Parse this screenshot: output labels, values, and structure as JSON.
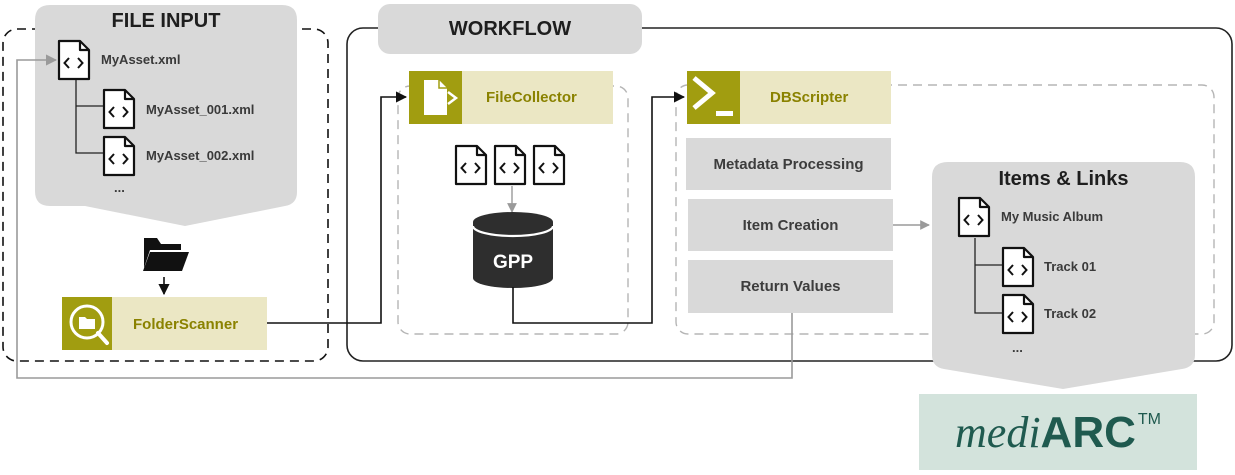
{
  "file_input": {
    "title": "FILE INPUT",
    "root_file": "MyAsset.xml",
    "child_files": [
      "MyAsset_001.xml",
      "MyAsset_002.xml"
    ],
    "more": "..."
  },
  "folder_scanner": {
    "label": "FolderScanner"
  },
  "workflow": {
    "title": "WORKFLOW",
    "file_collector": {
      "label": "FileCollector"
    },
    "database": {
      "label": "GPP"
    },
    "db_scripter": {
      "label": "DBScripter",
      "steps": [
        "Metadata Processing",
        "Item Creation",
        "Return Values"
      ]
    }
  },
  "items_links": {
    "title": "Items & Links",
    "root_item": "My Music Album",
    "child_items": [
      "Track 01",
      "Track 02"
    ],
    "more": "..."
  },
  "logo": {
    "part1": "medi",
    "part2": "ARC",
    "tm": "TM"
  },
  "colors": {
    "panel_gray": "#d9d9d9",
    "node_yellow": "#ebe7c4",
    "node_olive": "#a19d10",
    "node_text": "#8a8200",
    "logo_bg": "#d3e3dc",
    "logo_text": "#1f5a4f"
  },
  "icons": {
    "file": "xml-file-icon",
    "folder": "folder-icon",
    "database": "database-icon",
    "terminal": "terminal-icon",
    "search_folder": "folder-search-icon"
  }
}
